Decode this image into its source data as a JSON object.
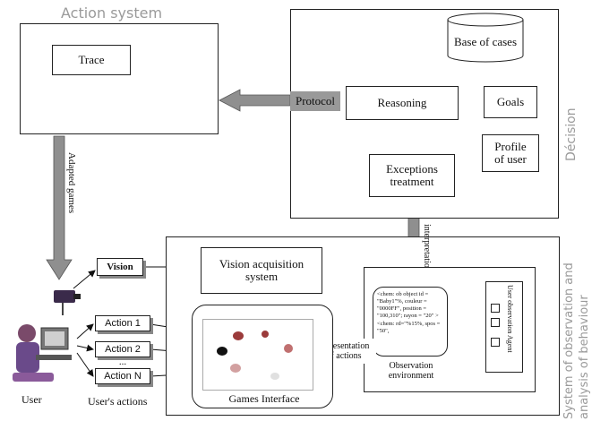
{
  "diagram": {
    "action_system_title": "Action system",
    "trace": "Trace",
    "adapted_games": "Adapted games",
    "protocol": "Protocol",
    "reasoning": "Reasoning",
    "base_of_cases": "Base of cases",
    "goals": "Goals",
    "profile_line1": "Profile",
    "profile_line2": "of user",
    "exceptions_line1": "Exceptions",
    "exceptions_line2": "treatment",
    "decision_label": "Décision",
    "interpretation": "interpretation",
    "vision": "Vision",
    "vision_acq_line1": "Vision acquisition",
    "vision_acq_line2": "system",
    "obs_text": "<chem: ob object id = \"Baby1\"%, couleur = \"0000FF\", position = \"100,310\"; rayon = \"20\" > <chem: rd=\"%15%, spos = \"50\",",
    "user_obs_agent": "User observation Agent",
    "obs_env_line1": "Observation",
    "obs_env_line2": "environment",
    "representation_line1": "representation",
    "representation_line2": "of actions",
    "games_interface": "Games Interface",
    "action1": "Action 1",
    "action2": "Action 2",
    "ellipsis": "...",
    "actionN": "Action N",
    "user": "User",
    "users_actions": "User's actions",
    "side_label_line1": "System of observation and",
    "side_label_line2": "analysis of behaviour"
  }
}
